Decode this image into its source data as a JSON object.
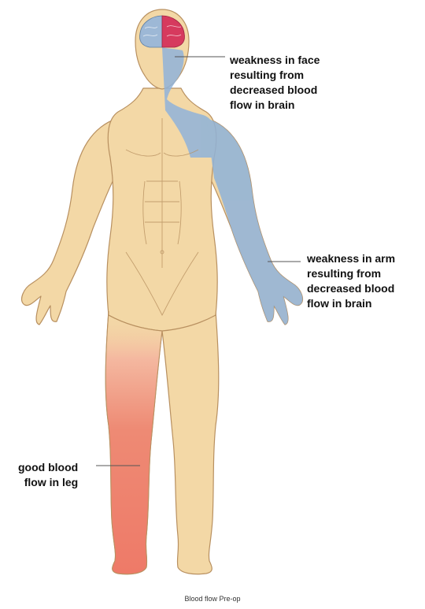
{
  "annotations": {
    "face": {
      "lines": [
        "weakness in face",
        "resulting from",
        "decreased blood",
        "flow in brain"
      ]
    },
    "arm": {
      "lines": [
        "weakness in arm",
        "resulting from",
        "decreased blood",
        "flow in brain"
      ]
    },
    "leg": {
      "lines": [
        "good blood",
        "flow in leg"
      ]
    }
  },
  "caption": "Blood flow Pre-op",
  "colors": {
    "skin": "#F3D8A6",
    "skin_outline": "#B89060",
    "reduced_flow": "#8FB3D9",
    "good_flow": "#EE7A68",
    "brain_left": "#9DB8D6",
    "brain_right": "#D63A5E",
    "leader_line": "#555555"
  }
}
